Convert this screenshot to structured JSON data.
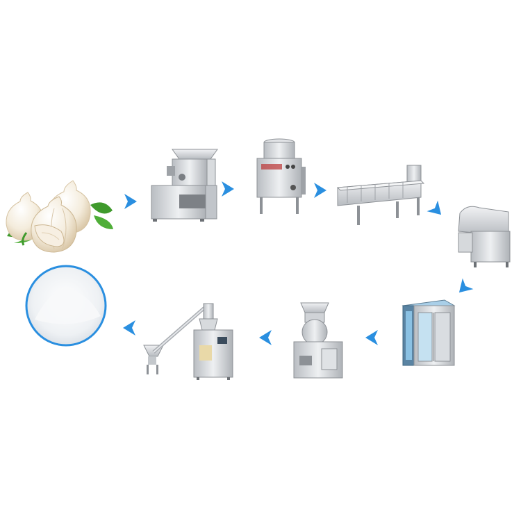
{
  "colors": {
    "arrow": "#2a8fe0",
    "steel": "#c9ccd0",
    "steel_dark": "#8d9196",
    "steel_light": "#e9ebee",
    "garlic": "#f3ecdf",
    "leaf": "#3f9a2c",
    "powder_ring": "#2a8fe0",
    "dryer_blue": "#8fc8ea"
  },
  "flow": {
    "steps": [
      {
        "icon": "garlic-bulbs-icon"
      },
      {
        "icon": "clove-separator-machine-icon"
      },
      {
        "icon": "garlic-peeling-machine-icon"
      },
      {
        "icon": "bubble-washing-machine-icon"
      },
      {
        "icon": "slicing-machine-icon"
      },
      {
        "icon": "drying-oven-icon"
      },
      {
        "icon": "grinding-mill-icon"
      },
      {
        "icon": "powder-packing-machine-icon"
      },
      {
        "icon": "garlic-powder-icon"
      }
    ],
    "arrows": [
      {
        "direction": "right"
      },
      {
        "direction": "right"
      },
      {
        "direction": "right"
      },
      {
        "direction": "down-right"
      },
      {
        "direction": "down-left"
      },
      {
        "direction": "left"
      },
      {
        "direction": "left"
      },
      {
        "direction": "left"
      }
    ]
  }
}
